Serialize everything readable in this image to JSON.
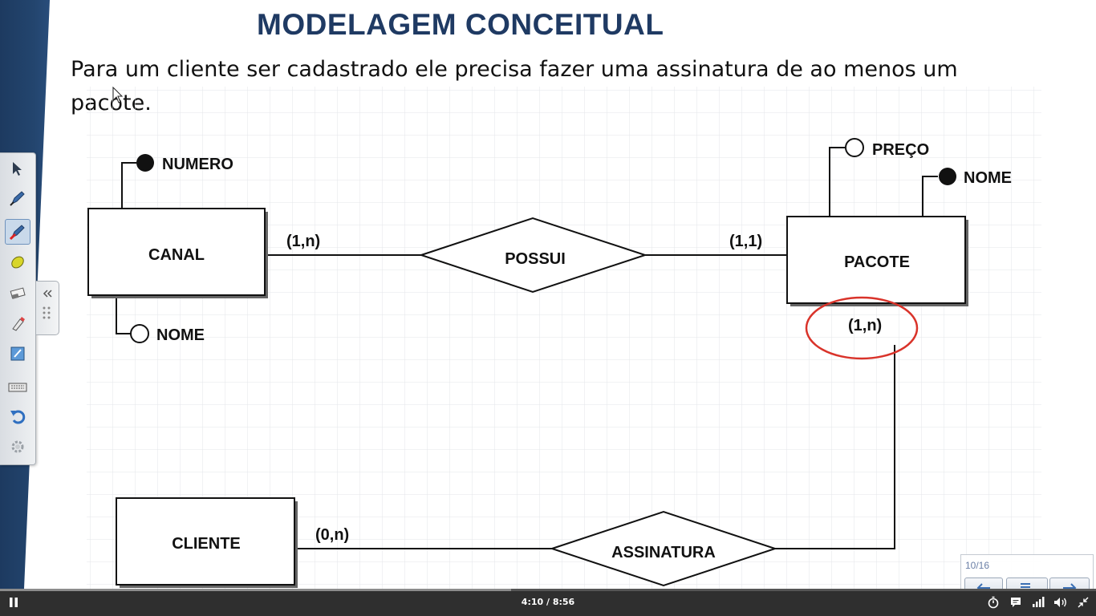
{
  "slide": {
    "title": "MODELAGEM CONCEITUAL",
    "text": "Para um cliente ser cadastrado ele precisa fazer uma assinatura de ao menos um pacote."
  },
  "diagram": {
    "entities": {
      "canal": "CANAL",
      "pacote": "PACOTE",
      "cliente": "CLIENTE"
    },
    "relationships": {
      "possui": "POSSUI",
      "assinatura": "ASSINATURA"
    },
    "attributes": {
      "canal_numero": "NUMERO",
      "canal_nome": "NOME",
      "pacote_preco": "PREÇO",
      "pacote_nome": "NOME"
    },
    "cardinalities": {
      "canal_possui": "(1,n)",
      "pacote_possui": "(1,1)",
      "pacote_assinatura": "(1,n)",
      "cliente_assinatura": "(0,n)"
    },
    "highlight_color": "#d9332a"
  },
  "slide_counter": {
    "text": "10/16"
  },
  "player": {
    "time": "4:10 / 8:56",
    "progress": 0.466,
    "icons": [
      "pause-icon",
      "timer-icon",
      "comment-icon",
      "signal-icon",
      "volume-icon",
      "exit-fullscreen-icon"
    ]
  }
}
